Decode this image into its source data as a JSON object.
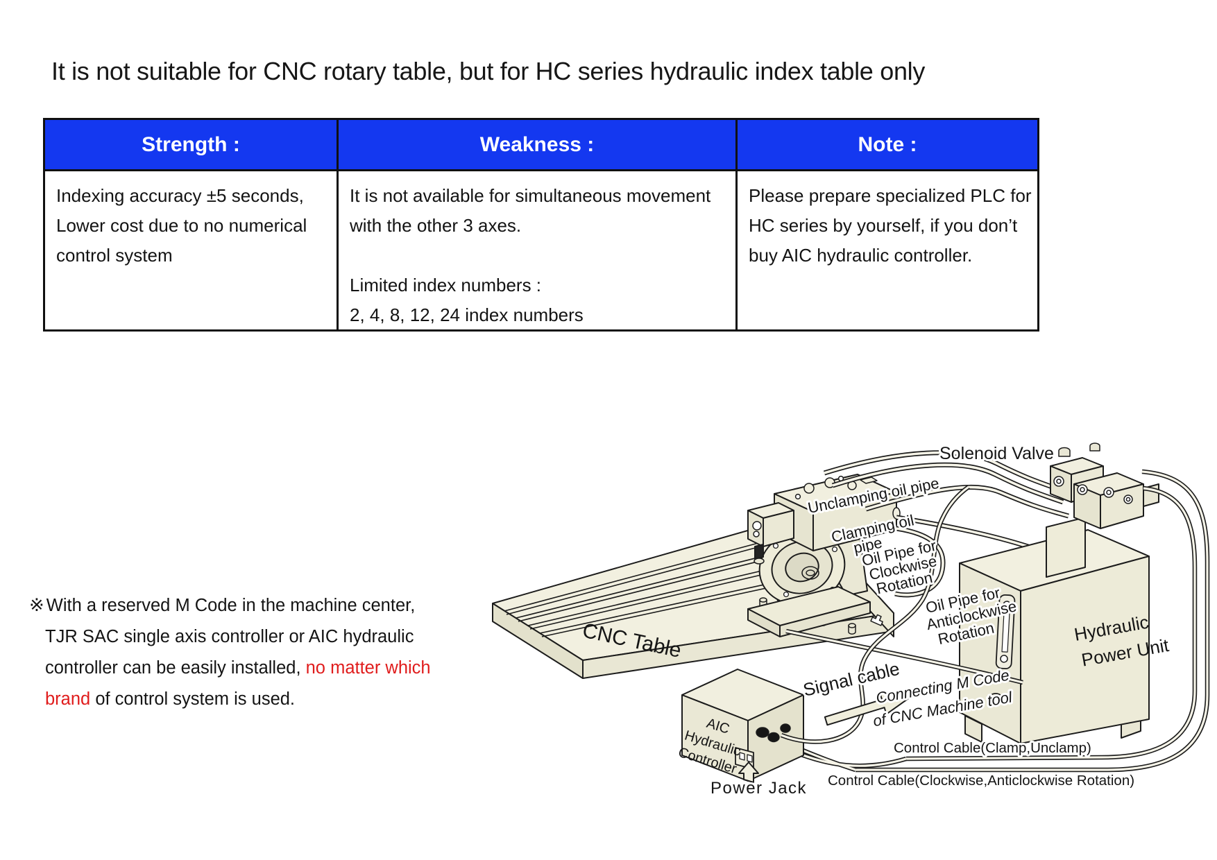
{
  "title": "It is not suitable for CNC rotary table, but for HC series hydraulic index table only",
  "colors": {
    "header_blue": "#1438f0",
    "red_text": "#e01c1c",
    "machine_fill": "#eceadb",
    "outline": "#1c1c1c"
  },
  "table": {
    "headers": [
      "Strength :",
      "Weakness :",
      "Note :"
    ],
    "cells": {
      "strength": "Indexing accuracy ±5 seconds,\nLower cost due to no numerical\ncontrol system",
      "weakness": "It is not available for simultaneous movement\nwith the other 3 axes.\n\nLimited index numbers :\n2, 4, 8, 12, 24 index numbers",
      "note": "Please prepare specialized PLC for\nHC series by yourself, if you don’t\nbuy AIC hydraulic controller."
    }
  },
  "footnote": {
    "marker": "※",
    "lines": [
      [
        {
          "text": "With a reserved M Code in the machine center,",
          "color": "black"
        }
      ],
      [
        {
          "text": "TJR SAC single axis controller or AIC hydraulic",
          "color": "black"
        }
      ],
      [
        {
          "text": "controller can be easily installed, ",
          "color": "black"
        },
        {
          "text": "no matter which",
          "color": "red"
        }
      ],
      [
        {
          "text": "brand",
          "color": "red"
        },
        {
          "text": " of control system is used.",
          "color": "black"
        }
      ]
    ]
  },
  "diagram": {
    "labels": {
      "solenoid_valve": "Solenoid Valve",
      "unclamping": "Unclamping oil pipe",
      "clamping_1": "Clamping oil",
      "clamping_2": "pipe",
      "cw_1": "Oil Pipe for",
      "cw_2": "Clockwise",
      "cw_3": "Rotation",
      "acw_1": "Oil Pipe for",
      "acw_2": "Anticlockwise",
      "acw_3": "Rotation",
      "hpu_1": "Hydraulic",
      "hpu_2": "Power Unit",
      "cnc_table": "CNC Table",
      "signal_cable": "Signal cable",
      "mcode_1": "Connecting M Code",
      "mcode_2": "of CNC  Machine tool",
      "aic_1": "AIC",
      "aic_2": "Hydraulic",
      "aic_3": "Controller",
      "power_jack": "Power Jack",
      "cable_clamp": "Control Cable(Clamp,Unclamp)",
      "cable_rotation": "Control Cable(Clockwise,Anticlockwise Rotation)"
    }
  }
}
